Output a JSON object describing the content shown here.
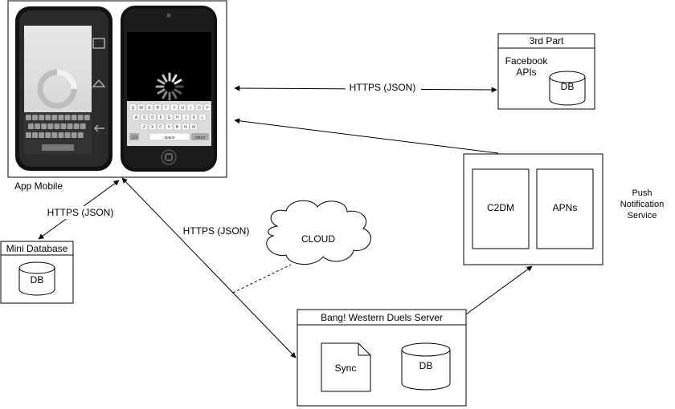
{
  "app_mobile": {
    "label": "App Mobile"
  },
  "mini_database": {
    "title": "Mini Database",
    "db_label": "DB"
  },
  "third_party": {
    "title": "3rd Part",
    "facebook_line1": "Facebook",
    "facebook_line2": "APIs",
    "db_label": "DB"
  },
  "push_service": {
    "c2dm": "C2DM",
    "apns": "APNs",
    "label_line1": "Push",
    "label_line2": "Notification",
    "label_line3": "Service"
  },
  "cloud": {
    "label": "CLOUD"
  },
  "server": {
    "title": "Bang! Western Duels Server",
    "sync": "Sync",
    "db_label": "DB"
  },
  "connections": {
    "https_top": "HTTPS (JSON)",
    "https_mini": "HTTPS (JSON)",
    "https_server": "HTTPS (JSON)"
  },
  "keyboard": {
    "row1": [
      "Q",
      "W",
      "E",
      "R",
      "T",
      "Y",
      "U",
      "I",
      "O",
      "P"
    ],
    "row2": [
      "A",
      "S",
      "D",
      "F",
      "G",
      "H",
      "J",
      "K",
      "L"
    ],
    "row3": [
      "Z",
      "X",
      "C",
      "V",
      "B",
      "N",
      "M"
    ],
    "num_key": "123",
    "space_key": "space",
    "return_key": "return"
  }
}
